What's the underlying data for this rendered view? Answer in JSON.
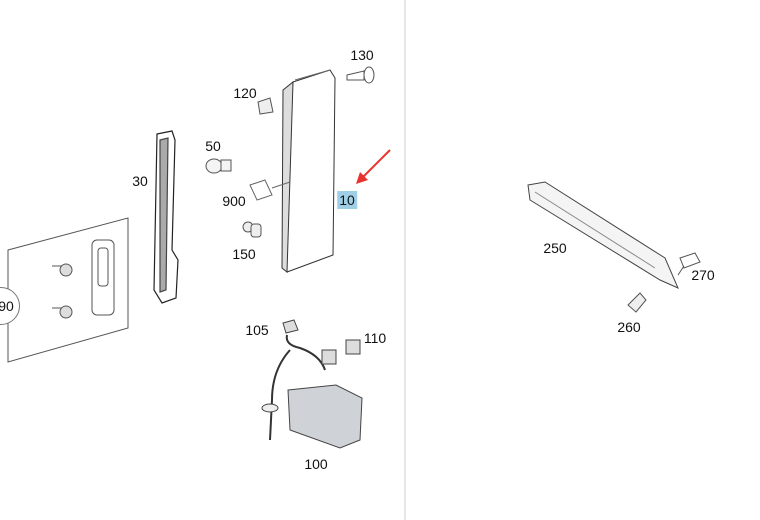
{
  "diagram": {
    "highlight_color": "#9fcfe6",
    "arrow_color": "#e8322c",
    "selected_part": "10",
    "left_panel": {
      "callouts": {
        "p130": "130",
        "p120": "120",
        "p50": "50",
        "p30": "30",
        "p900": "900",
        "p10": "10",
        "p150": "150",
        "p90": "90",
        "p105": "105",
        "p110": "110",
        "p100": "100"
      }
    },
    "right_panel": {
      "callouts": {
        "p250": "250",
        "p270": "270",
        "p260": "260"
      }
    }
  }
}
